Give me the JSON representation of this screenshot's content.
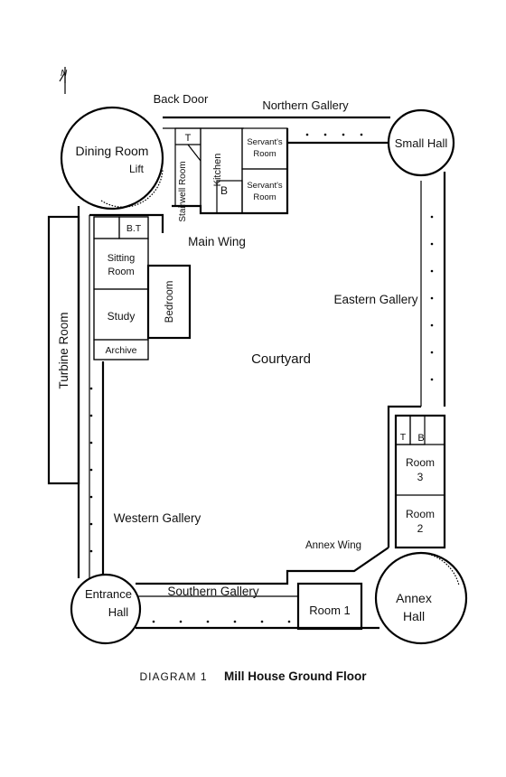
{
  "labels": {
    "back_door": "Back Door",
    "northern_gallery": "Northern Gallery",
    "dining_room": "Dining Room",
    "lift": "Lift",
    "t1": "T",
    "kitchen": "Kitchen",
    "stairwell_room": "Stairwell Room",
    "b1": "B",
    "servants_room_1": [
      "Servant's",
      "Room"
    ],
    "servants_room_2": [
      "Servant's",
      "Room"
    ],
    "small_hall": "Small Hall",
    "bt": "B.T",
    "sitting_room": [
      "Sitting",
      "Room"
    ],
    "main_wing": "Main Wing",
    "bedroom": "Bedroom",
    "study": "Study",
    "archive": "Archive",
    "eastern_gallery": "Eastern Gallery",
    "turbine_room": "Turbine Room",
    "courtyard": "Courtyard",
    "t2": "T",
    "b2": "B",
    "room_3": [
      "Room",
      "3"
    ],
    "room_2": [
      "Room",
      "2"
    ],
    "western_gallery": "Western Gallery",
    "annex_wing": "Annex Wing",
    "entrance_hall": [
      "Entrance",
      "Hall"
    ],
    "southern_gallery": "Southern Gallery",
    "room_1": "Room 1",
    "annex_hall": [
      "Annex",
      "Hall"
    ]
  },
  "caption": {
    "number": "DIAGRAM 1",
    "title": "Mill House Ground Floor"
  }
}
